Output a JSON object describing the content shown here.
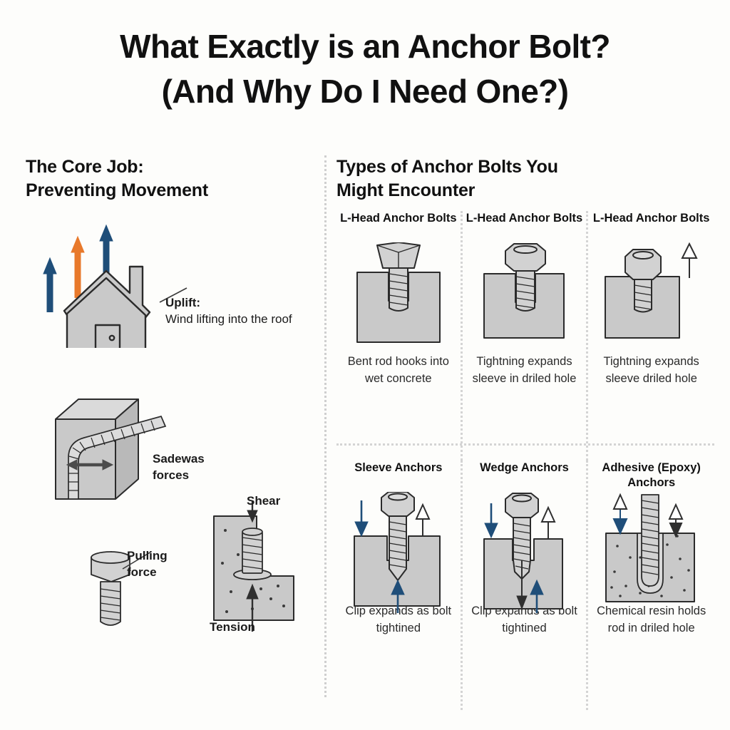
{
  "title": {
    "line1": "What Exactly is an Anchor Bolt?",
    "line2": "(And Why Do I Need One?)"
  },
  "colors": {
    "arrow_blue": "#1F4E79",
    "arrow_orange": "#E8792B",
    "concrete_fill": "#C9C9C9",
    "metal_fill": "#CFCFCF",
    "outline": "#2b2b2b",
    "divider": "#d4d4d4",
    "background": "#fdfdfb"
  },
  "left_section": {
    "heading_line1": "The Core Job:",
    "heading_line2": "Preventing Movement",
    "uplift": {
      "label_bold": "Uplift:",
      "label_rest": "Wind lifting into the roof",
      "arrows": [
        "blue-up-arrow",
        "orange-up-arrow",
        "blue-up-arrow"
      ]
    },
    "sideways": {
      "label_bold": "Sadewas",
      "label_rest": "forces"
    },
    "pulling": {
      "label_bold": "Pulling",
      "label_rest": "force"
    },
    "shear": {
      "label": "Shear"
    },
    "tension": {
      "label": "Tension"
    }
  },
  "right_section": {
    "heading_line1": "Types of Anchor Bolts You",
    "heading_line2": "Might Encounter",
    "items": [
      {
        "title": "L-Head Anchor Bolts",
        "caption": "Bent rod hooks into wet concrete",
        "art": "taper-head-bolt-in-concrete"
      },
      {
        "title": "L-Head Anchor Bolts",
        "caption": "Tightning expands sleeve in driled hole",
        "art": "hex-head-bolt-in-concrete"
      },
      {
        "title": "L-Head Anchor Bolts",
        "caption": "Tightning expands sleeve driled hole",
        "art": "hex-bolt-with-uplift-arrow"
      },
      {
        "title": "Sleeve Anchors",
        "caption": "Clip expands as bolt tightined",
        "art": "sleeve-anchor-with-force-arrows"
      },
      {
        "title": "Wedge Anchors",
        "caption": "Clip expands as bolt tightined",
        "art": "wedge-anchor-with-force-arrows"
      },
      {
        "title": "Adhesive (Epoxy) Anchors",
        "caption": "Chemical resin holds rod in driled hole",
        "art": "epoxy-anchor-with-force-arrows"
      }
    ]
  }
}
